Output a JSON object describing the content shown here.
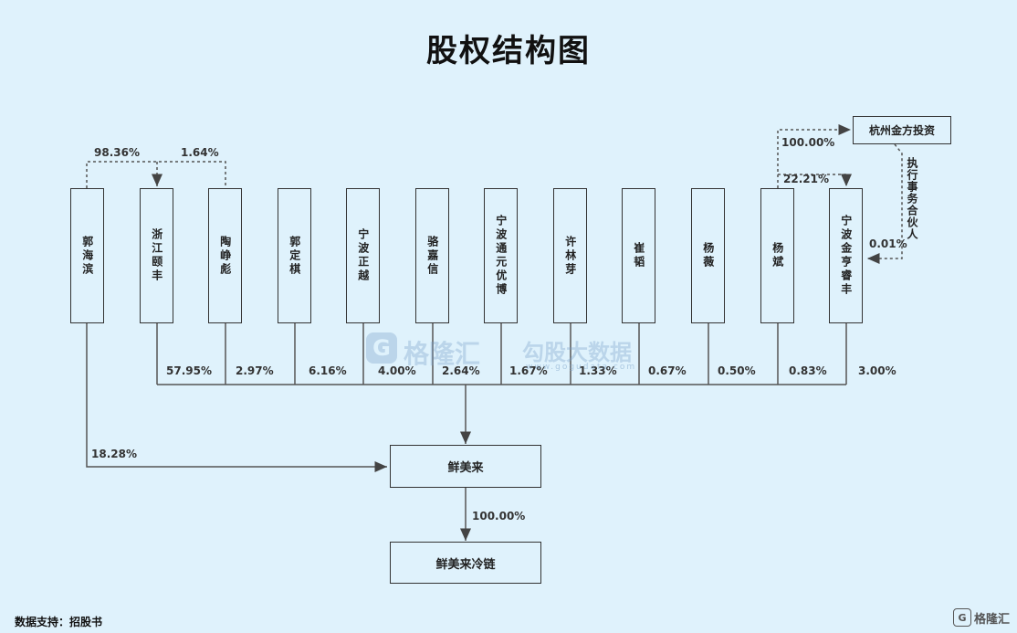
{
  "title": "股权结构图",
  "source": "数据支持：招股书",
  "watermark": {
    "logo_letter": "G",
    "brand": "格隆汇",
    "brand2": "勾股大数据",
    "url": "www.gogudata.com"
  },
  "corner_brand": "格隆汇",
  "shareholders": [
    {
      "name": "郭海滨",
      "pct": "18.28%"
    },
    {
      "name": "浙江颐丰",
      "pct": "57.95%"
    },
    {
      "name": "陶峥彪",
      "pct": "2.97%"
    },
    {
      "name": "郭定棋",
      "pct": "6.16%"
    },
    {
      "name": "宁波正越",
      "pct": "4.00%"
    },
    {
      "name": "骆嘉信",
      "pct": "2.64%"
    },
    {
      "name": "宁波通元优博",
      "pct": "1.67%"
    },
    {
      "name": "许林芽",
      "pct": "1.33%"
    },
    {
      "name": "崔韬",
      "pct": "0.67%"
    },
    {
      "name": "杨薇",
      "pct": "0.50%"
    },
    {
      "name": "杨斌",
      "pct": "0.83%"
    },
    {
      "name": "宁波金亨睿丰",
      "pct": "3.00%"
    }
  ],
  "upper_links": {
    "guo_to_zhejiang": "98.36%",
    "tao_to_zhejiang": "1.64%",
    "yangbin_to_jinfang": "100.00%",
    "yangbin_to_ningbo": "22.21%",
    "jinfang_to_ningbo": "0.01%",
    "jinfang_role": "执行事务合伙人"
  },
  "jinfang": "杭州金方投资",
  "company": "鲜美来",
  "subsidiary": "鲜美来冷链",
  "subsidiary_pct": "100.00%"
}
